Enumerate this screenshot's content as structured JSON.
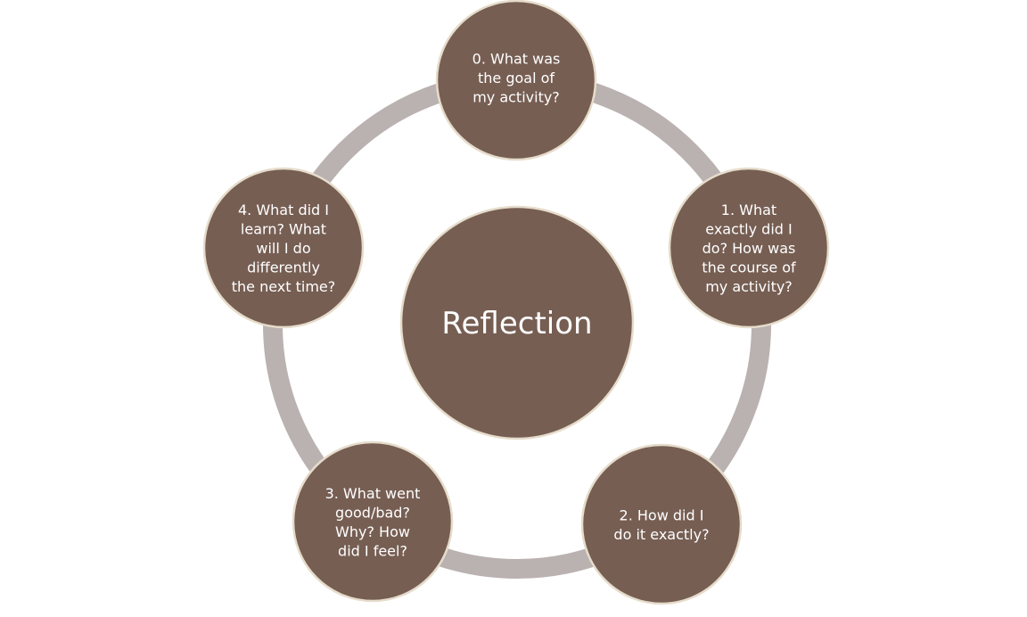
{
  "colors": {
    "node_fill": "#765e53",
    "node_border": "#e6dccb",
    "ring": "#bab2b0",
    "text": "#ffffff"
  },
  "center": {
    "label": "Reflection"
  },
  "nodes": [
    {
      "lines": [
        "0. What was",
        "the goal of",
        "my activity?"
      ]
    },
    {
      "lines": [
        "1. What",
        "exactly did I",
        "do? How was",
        "the course of",
        "my activity?"
      ]
    },
    {
      "lines": [
        "2. How did I",
        "do it exactly?"
      ]
    },
    {
      "lines": [
        "3. What went",
        "good/bad?",
        "Why? How",
        "did I feel?"
      ]
    },
    {
      "lines": [
        "4. What did I",
        "learn? What",
        "will I do",
        "differently",
        "the next time?"
      ]
    }
  ]
}
